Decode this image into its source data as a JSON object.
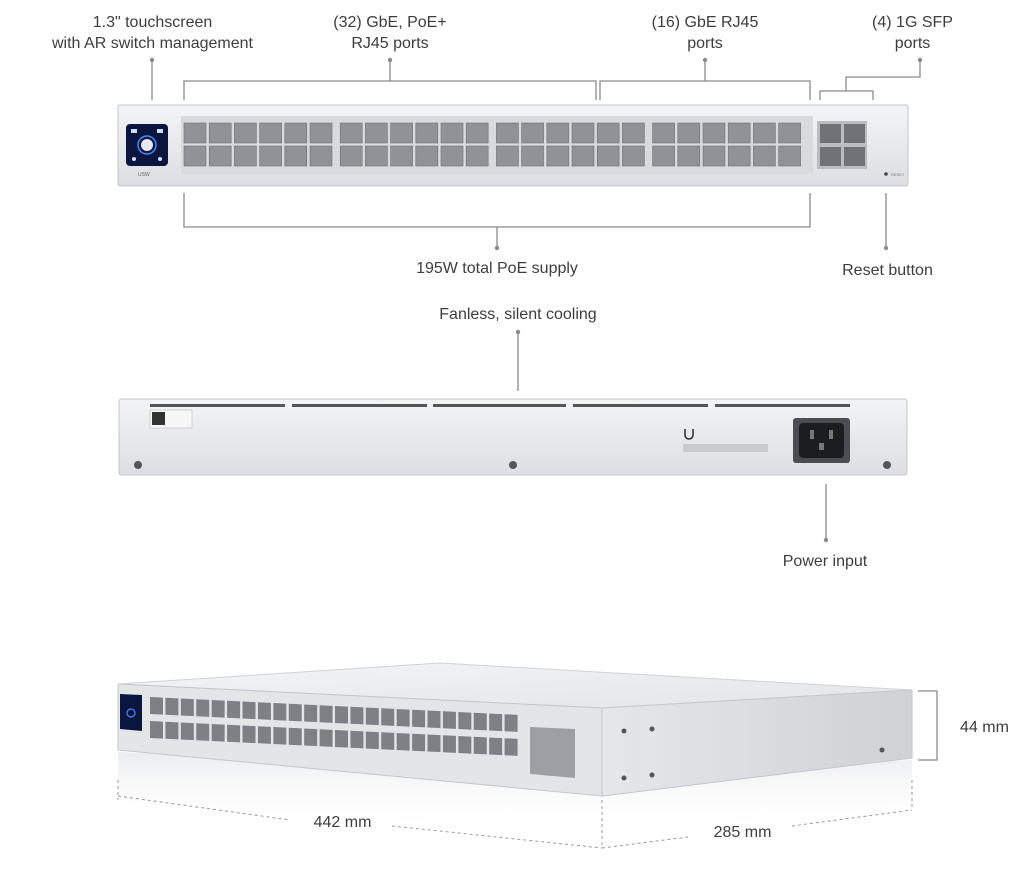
{
  "callouts": {
    "touchscreen": [
      "1.3\" touchscreen",
      "with AR switch management"
    ],
    "poe_ports": [
      "(32) GbE, PoE+",
      "RJ45 ports"
    ],
    "gbe_ports": [
      "(16) GbE RJ45",
      "ports"
    ],
    "sfp_ports": [
      "(4) 1G SFP",
      "ports"
    ],
    "poe_supply": "195W total PoE supply",
    "reset": "Reset button",
    "cooling": "Fanless, silent cooling",
    "power": "Power input"
  },
  "dimensions": {
    "width": "442 mm",
    "depth": "285 mm",
    "height": "44 mm"
  },
  "colors": {
    "chassis": "#e7e8ea",
    "chassis_edge": "#c4c6c9",
    "port": "#8f9296",
    "screen": "#0b1640",
    "screen_accent": "#3f8cff",
    "callout_line": "#8a8a8a"
  }
}
